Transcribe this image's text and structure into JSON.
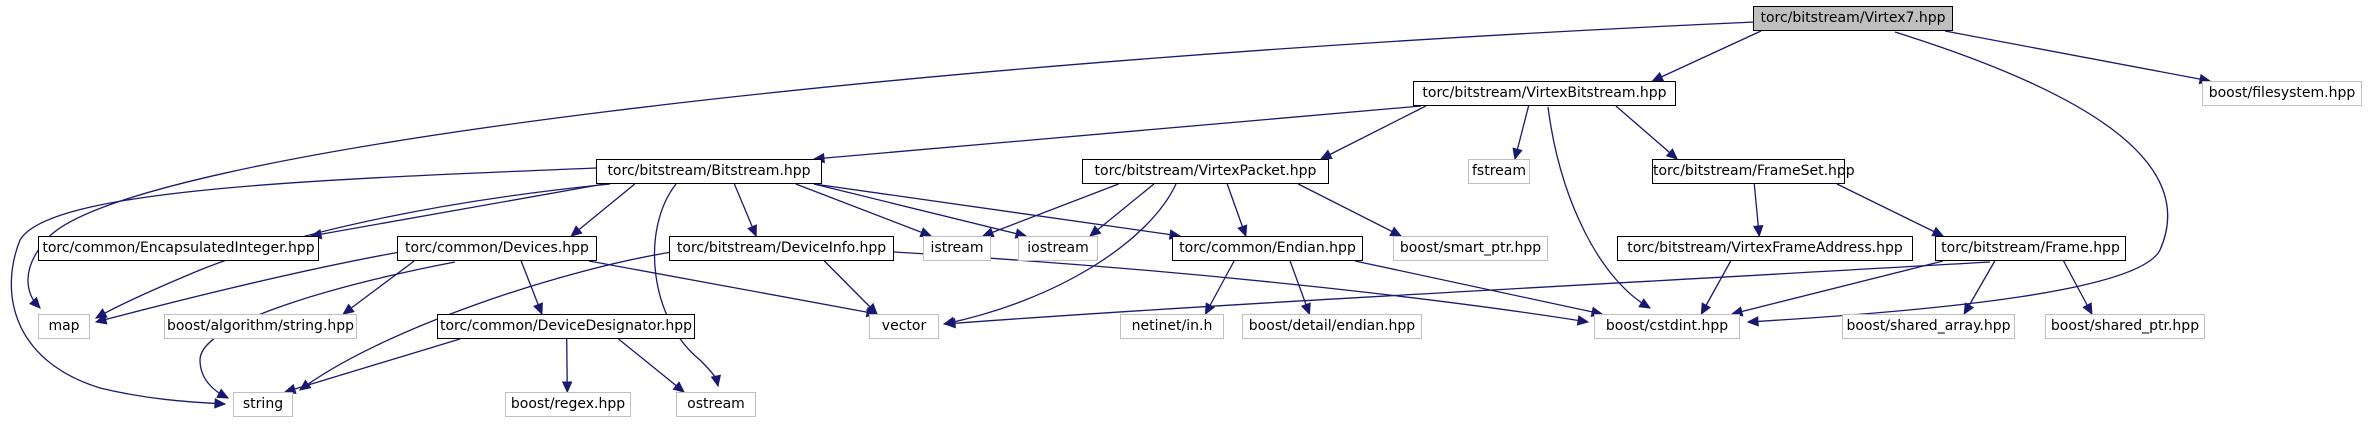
{
  "nodes": {
    "virtex7": {
      "label": "torc/bitstream/Virtex7.hpp",
      "kind": "root"
    },
    "virtexbitstream": {
      "label": "torc/bitstream/VirtexBitstream.hpp",
      "kind": "local"
    },
    "filesystem": {
      "label": "boost/filesystem.hpp",
      "kind": "ext"
    },
    "bitstream": {
      "label": "torc/bitstream/Bitstream.hpp",
      "kind": "local"
    },
    "virtexpacket": {
      "label": "torc/bitstream/VirtexPacket.hpp",
      "kind": "local"
    },
    "fstream": {
      "label": "fstream",
      "kind": "ext"
    },
    "frameset": {
      "label": "torc/bitstream/FrameSet.hpp",
      "kind": "local"
    },
    "encint": {
      "label": "torc/common/EncapsulatedInteger.hpp",
      "kind": "local"
    },
    "devices": {
      "label": "torc/common/Devices.hpp",
      "kind": "local"
    },
    "deviceinfo": {
      "label": "torc/bitstream/DeviceInfo.hpp",
      "kind": "local"
    },
    "istream": {
      "label": "istream",
      "kind": "ext"
    },
    "iostream": {
      "label": "iostream",
      "kind": "ext"
    },
    "endian": {
      "label": "torc/common/Endian.hpp",
      "kind": "local"
    },
    "smartptr": {
      "label": "boost/smart_ptr.hpp",
      "kind": "ext"
    },
    "vfa": {
      "label": "torc/bitstream/VirtexFrameAddress.hpp",
      "kind": "local"
    },
    "frame": {
      "label": "torc/bitstream/Frame.hpp",
      "kind": "local"
    },
    "map": {
      "label": "map",
      "kind": "ext"
    },
    "algostring": {
      "label": "boost/algorithm/string.hpp",
      "kind": "ext"
    },
    "vector": {
      "label": "vector",
      "kind": "ext"
    },
    "netinet": {
      "label": "netinet/in.h",
      "kind": "ext"
    },
    "detailendian": {
      "label": "boost/detail/endian.hpp",
      "kind": "ext"
    },
    "cstdint": {
      "label": "boost/cstdint.hpp",
      "kind": "ext"
    },
    "sharedarray": {
      "label": "boost/shared_array.hpp",
      "kind": "ext"
    },
    "sharedptr": {
      "label": "boost/shared_ptr.hpp",
      "kind": "ext"
    },
    "devdesig": {
      "label": "torc/common/DeviceDesignator.hpp",
      "kind": "local"
    },
    "string": {
      "label": "string",
      "kind": "ext"
    },
    "regex": {
      "label": "boost/regex.hpp",
      "kind": "ext"
    },
    "ostream": {
      "label": "ostream",
      "kind": "ext"
    }
  },
  "edges": [
    [
      "virtex7",
      "virtexbitstream"
    ],
    [
      "virtex7",
      "filesystem"
    ],
    [
      "virtex7",
      "map"
    ],
    [
      "virtex7",
      "cstdint"
    ],
    [
      "virtexbitstream",
      "bitstream"
    ],
    [
      "virtexbitstream",
      "virtexpacket"
    ],
    [
      "virtexbitstream",
      "fstream"
    ],
    [
      "virtexbitstream",
      "frameset"
    ],
    [
      "virtexbitstream",
      "cstdint"
    ],
    [
      "bitstream",
      "encint"
    ],
    [
      "bitstream",
      "devices"
    ],
    [
      "bitstream",
      "deviceinfo"
    ],
    [
      "bitstream",
      "istream"
    ],
    [
      "bitstream",
      "iostream"
    ],
    [
      "bitstream",
      "endian"
    ],
    [
      "bitstream",
      "map"
    ],
    [
      "bitstream",
      "string"
    ],
    [
      "bitstream",
      "ostream"
    ],
    [
      "virtexpacket",
      "istream"
    ],
    [
      "virtexpacket",
      "iostream"
    ],
    [
      "virtexpacket",
      "endian"
    ],
    [
      "virtexpacket",
      "smartptr"
    ],
    [
      "virtexpacket",
      "vector"
    ],
    [
      "frameset",
      "vfa"
    ],
    [
      "frameset",
      "frame"
    ],
    [
      "devices",
      "map"
    ],
    [
      "devices",
      "algostring"
    ],
    [
      "devices",
      "devdesig"
    ],
    [
      "devices",
      "vector"
    ],
    [
      "devices",
      "string"
    ],
    [
      "deviceinfo",
      "vector"
    ],
    [
      "deviceinfo",
      "string"
    ],
    [
      "deviceinfo",
      "cstdint"
    ],
    [
      "endian",
      "netinet"
    ],
    [
      "endian",
      "detailendian"
    ],
    [
      "endian",
      "cstdint"
    ],
    [
      "vfa",
      "cstdint"
    ],
    [
      "frame",
      "sharedarray"
    ],
    [
      "frame",
      "sharedptr"
    ],
    [
      "frame",
      "cstdint"
    ],
    [
      "frame",
      "vector"
    ],
    [
      "devdesig",
      "string"
    ],
    [
      "devdesig",
      "regex"
    ],
    [
      "devdesig",
      "ostream"
    ]
  ]
}
